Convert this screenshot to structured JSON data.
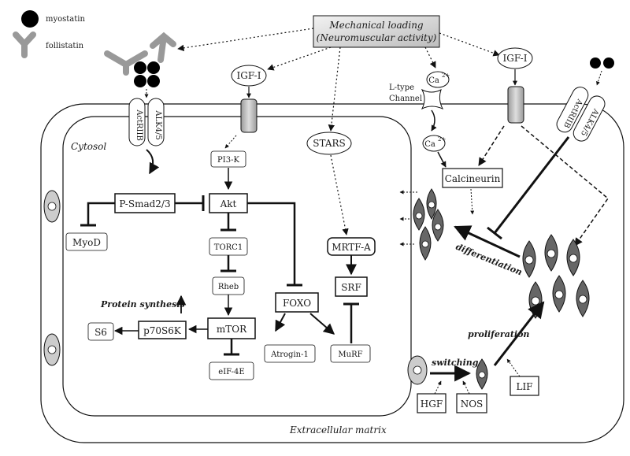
{
  "legend": {
    "myostatin": "myostatin",
    "follistatin": "follistatin"
  },
  "mechanical_loading": {
    "line1": "Mechanical loading",
    "line2": "(Neuromuscular activity)"
  },
  "receptors": {
    "actriib": "ActRIIB",
    "alk45": "ALK4/5"
  },
  "regions": {
    "cytosol": "Cytosol",
    "ecm": "Extracellular matrix"
  },
  "calcium": {
    "ca": "Ca",
    "charge": "2+",
    "ltype_line1": "L-type",
    "ltype_line2": "Channel"
  },
  "nodes": {
    "igf1_left": "IGF-I",
    "igf1_right": "IGF-I",
    "stars": "STARS",
    "pi3k": "PI3-K",
    "psmad": "P-Smad2/3",
    "akt": "Akt",
    "myod": "MyoD",
    "torc1": "TORC1",
    "rheb": "Rheb",
    "mtor": "mTOR",
    "p70s6k": "p70S6K",
    "s6": "S6",
    "eif4e": "eIF-4E",
    "foxo": "FOXO",
    "atrogin": "Atrogin-1",
    "murf": "MuRF",
    "mrtfa": "MRTF-A",
    "srf": "SRF",
    "calcineurin": "Calcineurin",
    "hgf": "HGF",
    "nos": "NOS",
    "lif": "LIF"
  },
  "processes": {
    "protein_synthesis": "Protein synthesis",
    "differentiation": "differentiation",
    "proliferation": "proliferation",
    "switching": "switching"
  }
}
